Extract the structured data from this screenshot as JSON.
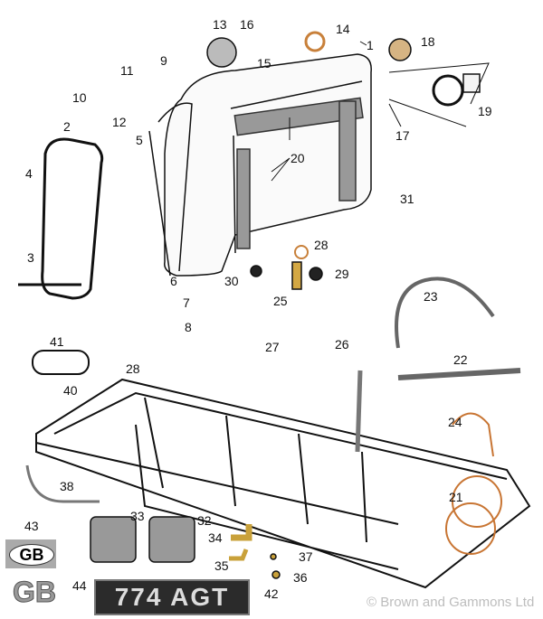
{
  "watermark": "© Brown and Gammons Ltd",
  "badges": {
    "gb_oval": "GB",
    "gb_letters": "GB",
    "number_plate": "774 AGT"
  },
  "callouts": [
    "1",
    "2",
    "3",
    "4",
    "5",
    "6",
    "7",
    "8",
    "9",
    "10",
    "11",
    "12",
    "13",
    "14",
    "15",
    "16",
    "17",
    "18",
    "19",
    "20",
    "21",
    "22",
    "23",
    "24",
    "25",
    "26",
    "27",
    "28",
    "28",
    "29",
    "30",
    "31",
    "32",
    "33",
    "34",
    "35",
    "36",
    "37",
    "38",
    "40",
    "41",
    "42",
    "43",
    "44"
  ]
}
